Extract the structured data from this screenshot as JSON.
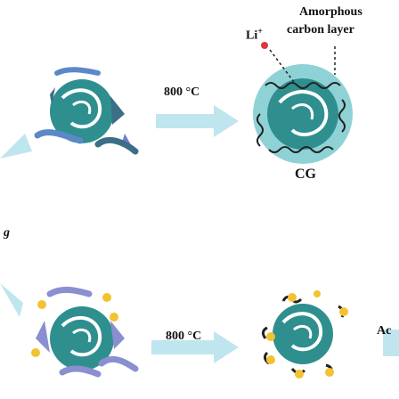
{
  "top_row": {
    "temperature": "800 °C",
    "product_label": "CG",
    "ion_label": "Li",
    "ion_charge": "+",
    "layer_label_line1": "Amorphous",
    "layer_label_line2": "carbon layer"
  },
  "bottom_row": {
    "temperature": "800 °C",
    "right_partial_label": "Ac",
    "left_partial_label": "g"
  },
  "colors": {
    "core": "#2f8f8f",
    "halo": "#8fd2d6",
    "arrow": "#bfe6ee",
    "blob_dark": "#3b6f87",
    "blob_purple": "#8a8fd0",
    "dot_yellow": "#f2c230",
    "carbon_line": "#222222",
    "ion_red": "#e0343a"
  }
}
